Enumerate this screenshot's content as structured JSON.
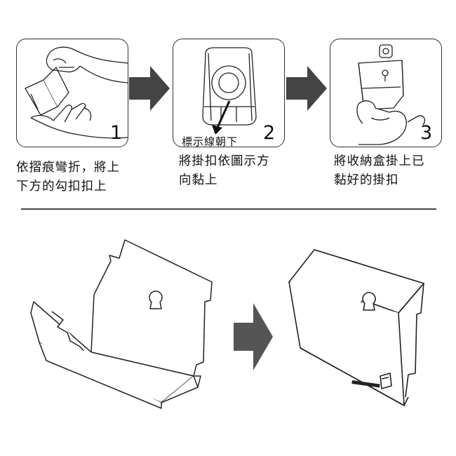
{
  "steps": [
    {
      "number": "1",
      "caption": "依摺痕彎折，將上\n下方的勾扣扣上"
    },
    {
      "number": "2",
      "caption": "將掛扣依圖示方\n向黏上",
      "note": "標示線朝下"
    },
    {
      "number": "3",
      "caption": "將收納盒掛上已\n黏好的掛扣"
    }
  ],
  "colors": {
    "arrow": "#444444",
    "line": "#222222",
    "shade": "#555555"
  },
  "icons": [
    "hand-icon",
    "hook-icon",
    "box-icon",
    "right-arrow-icon"
  ]
}
